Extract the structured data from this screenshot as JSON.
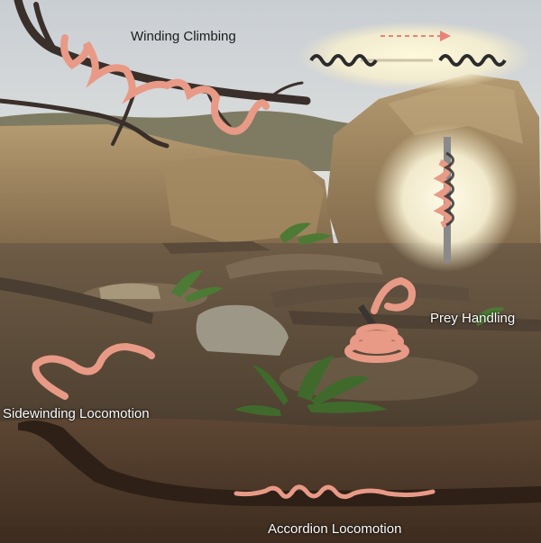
{
  "labels": {
    "winding_climbing": "Winding Climbing",
    "prey_handling": "Prey Handling",
    "sidewinding_locomotion": "Sidewinding Locomotion",
    "accordion_locomotion": "Accordion Locomotion"
  },
  "colors": {
    "sky": "#d7dadc",
    "snake": "#e89a86",
    "soil": "#4a3626",
    "rock": "#a38a63",
    "arrow": "#e8837a"
  }
}
